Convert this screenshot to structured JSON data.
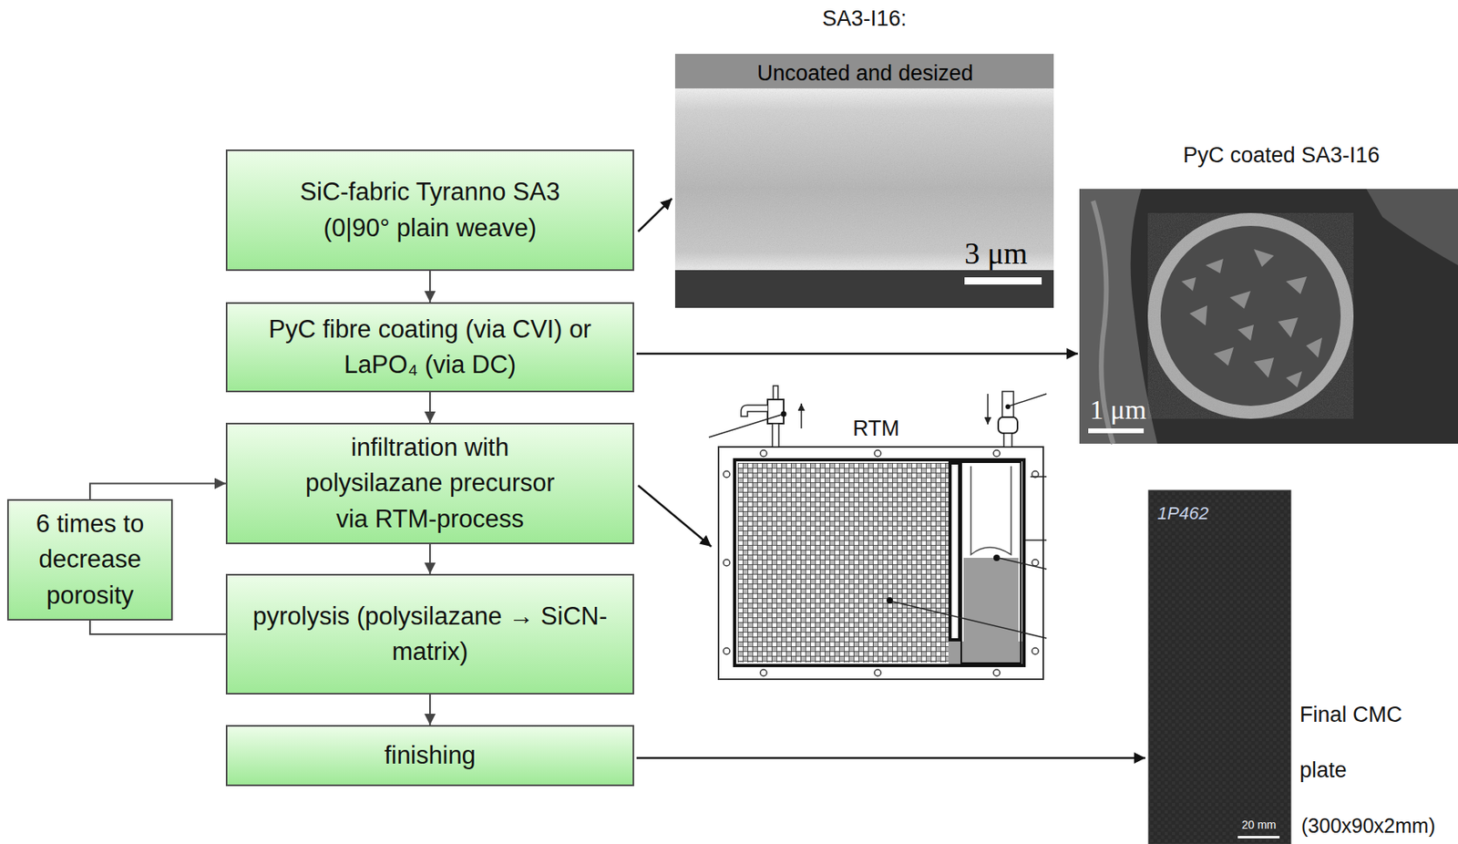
{
  "diagram": {
    "nodes": [
      {
        "text": [
          "SiC-fabric Tyranno SA3 (0|90° plain weave)"
        ]
      },
      {
        "text": [
          "PyC fibre coating (via CVI) or LaPO₄ (via DC)"
        ]
      },
      {
        "text": [
          "infiltration with polysilazane precursor via RTM-process"
        ]
      },
      {
        "text": [
          "pyrolysis (polysilazane → SiCN-matrix)"
        ]
      },
      {
        "text": [
          "finishing"
        ]
      },
      {
        "text": [
          "6 times to decrease porosity"
        ]
      }
    ],
    "edges": [
      {
        "from": 0,
        "to": 1,
        "arrow": "to"
      },
      {
        "from": 1,
        "to": 2,
        "arrow": "to"
      },
      {
        "from": 2,
        "to": 3,
        "arrow": "to"
      },
      {
        "from": 3,
        "to": 4,
        "arrow": "to"
      },
      {
        "from": 3,
        "to": 5,
        "arrow": "none"
      },
      {
        "from": 5,
        "to": 2,
        "arrow": "to"
      }
    ],
    "labels": [
      "SA3-I16:",
      "Uncoated and desized",
      "3 μm",
      "PyC coated SA3-I16",
      "1 μm",
      "RTM",
      "1P462",
      "20 mm",
      "Final CMC plate",
      "(300x90x2mm)"
    ]
  }
}
